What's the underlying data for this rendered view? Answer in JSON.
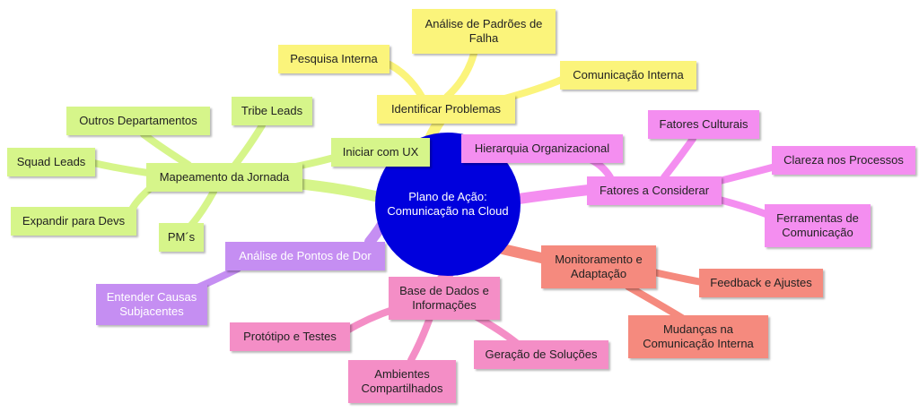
{
  "central": "Plano de Ação: Comunicação na Cloud",
  "branches": {
    "identificar": {
      "label": "Identificar Problemas",
      "children": [
        "Análise de Padrões de Falha",
        "Pesquisa Interna",
        "Comunicação Interna"
      ]
    },
    "mapeamento": {
      "label": "Mapeamento da Jornada",
      "children": [
        "Iniciar com UX",
        "Tribe Leads",
        "Outros Departamentos",
        "Squad Leads",
        "Expandir para Devs",
        "PM´s"
      ]
    },
    "fatores": {
      "label": "Fatores a Considerar",
      "children": [
        "Hierarquia Organizacional",
        "Fatores Culturais",
        "Clareza nos Processos",
        "Ferramentas de Comunicação"
      ]
    },
    "monitoramento": {
      "label": "Monitoramento e Adaptação",
      "children": [
        "Feedback e Ajustes",
        "Mudanças na Comunicação Interna"
      ]
    },
    "base": {
      "label": "Base de Dados e Informações",
      "children": [
        "Protótipo e Testes",
        "Ambientes Compartilhados",
        "Geração de Soluções"
      ]
    },
    "analise": {
      "label": "Análise de Pontos de Dor",
      "children": [
        "Entender Causas Subjacentes"
      ]
    }
  },
  "colors": {
    "central": "#0000dd",
    "yellow": "#fbf47b",
    "green": "#d6f58a",
    "magenta": "#f48ef0",
    "salmon": "#f58a7e",
    "pink": "#f48ec6",
    "purple": "#c58ef2"
  }
}
